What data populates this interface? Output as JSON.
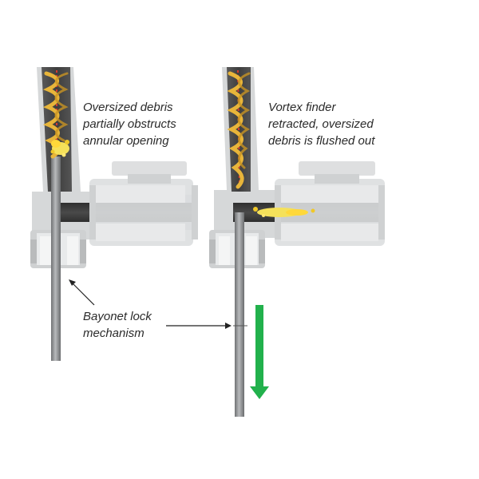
{
  "labels": {
    "left_caption": "Oversized debris\npartially obstructs\nannular opening",
    "right_caption": "Vortex finder\nretracted, oversized\ndebris is flushed out",
    "bayonet_caption": "Bayonet lock\nmechanism"
  },
  "colors": {
    "cone_dark": "#4d4d4d",
    "body_gray": "#cfd1d2",
    "body_light": "#e3e5e6",
    "pipe_dark": "#3c3c3c",
    "rod": "#8a8c8e",
    "helix_gold": "#e8b53a",
    "helix_red": "#d23a2e",
    "debris_yellow": "#f5e15a",
    "arrow_green": "#22b14c"
  }
}
